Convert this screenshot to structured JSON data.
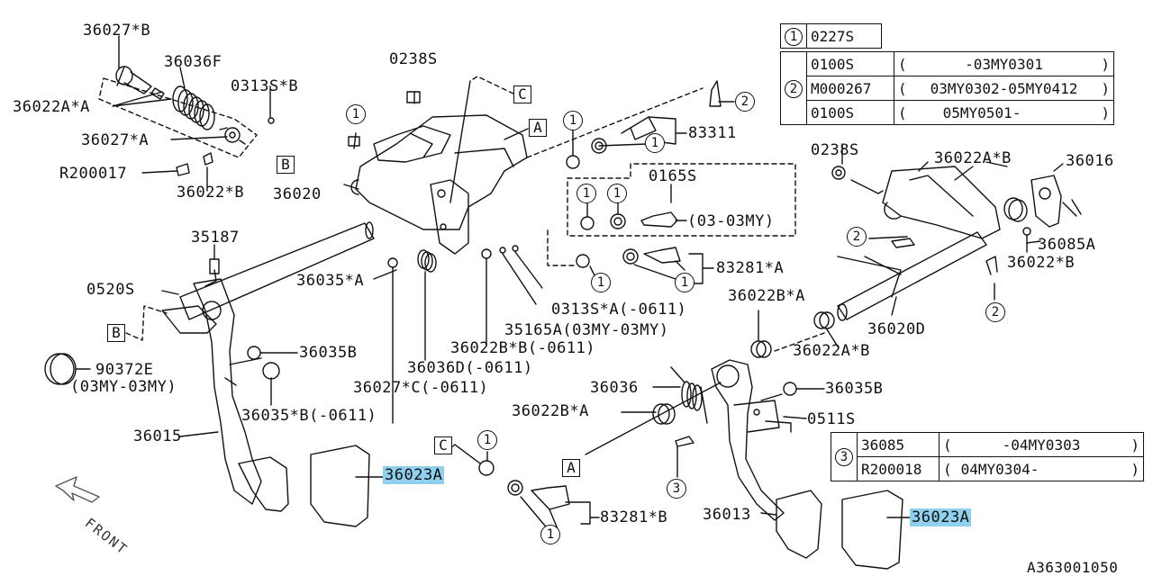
{
  "diagram_id": "A363001050",
  "front_label": "FRONT",
  "callouts": {
    "box_A": "A",
    "box_B": "B",
    "box_C": "C",
    "circ_1": "1",
    "circ_2": "2",
    "circ_3": "3"
  },
  "parts": {
    "p36027B": "36027*B",
    "p36036F": "36036F",
    "p0313SB": "0313S*B",
    "p36022AA": "36022A*A",
    "p36027A": "36027*A",
    "pR200017": "R200017",
    "p36022B": "36022*B",
    "p0238S_top": "0238S",
    "p36020": "36020",
    "p83311": "83311",
    "p0165S": "0165S",
    "p0165S_range": "(03-03MY)",
    "p35187": "35187",
    "p0520S": "0520S",
    "p36035A": "36035*A",
    "p83281A": "83281*A",
    "p0313SA": "0313S*A(-0611)",
    "p35165A": "35165A(03MY-03MY)",
    "p36022BB": "36022B*B(-0611)",
    "p36036D": "36036D(-0611)",
    "p36027C": "36027*C(-0611)",
    "p36035B_left": "36035B",
    "p90372E": "90372E",
    "p90372E_range": "(03MY-03MY)",
    "p36035BB": "36035*B(-0611)",
    "p36015": "36015",
    "p36023A_left": "36023A",
    "p83281B": "83281*B",
    "p0238S_right": "0238S",
    "p36022AB_top": "36022A*B",
    "p36016": "36016",
    "p36085A": "36085A",
    "p36022B_right": "36022*B",
    "p36022BA_top": "36022B*A",
    "p36020D": "36020D",
    "p36022AB_mid": "36022A*B",
    "p36036": "36036",
    "p36022BA_left": "36022B*A",
    "p36035B_right": "36035B",
    "p0511S": "0511S",
    "p36013": "36013",
    "p36023A_right": "36023A"
  },
  "table1": {
    "header_num": "1",
    "header_part": "0227S",
    "group_num": "2",
    "rows": [
      {
        "part": "0100S",
        "open": "(",
        "range": "-03MY0301",
        "close": ")"
      },
      {
        "part": "M000267",
        "open": "(",
        "range": "03MY0302-05MY0412",
        "close": ")"
      },
      {
        "part": "0100S",
        "open": "(",
        "range": "05MY0501-",
        "close": ")"
      }
    ]
  },
  "table3": {
    "group_num": "3",
    "rows": [
      {
        "part": "36085",
        "open": "(",
        "range": "-04MY0303",
        "close": ")"
      },
      {
        "part": "R200018",
        "open": "(",
        "range": "04MY0304-",
        "close": ")"
      }
    ]
  },
  "colors": {
    "highlight": "#8fd0ee",
    "ink": "#111111"
  }
}
